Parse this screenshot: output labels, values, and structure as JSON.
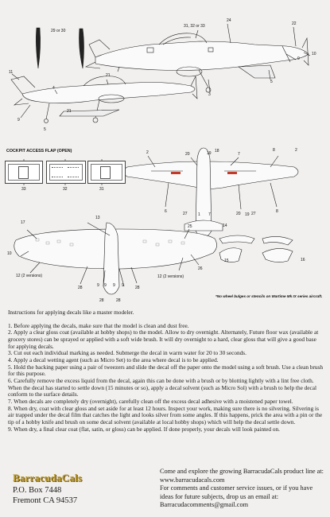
{
  "labels": {
    "wingtips": "29 or 30",
    "top_fuse": "31, 32 or 33",
    "n24": "24",
    "n22": "22",
    "n10": "10",
    "n9a": "9",
    "n5a": "5",
    "n3": "3",
    "n21a": "21",
    "n4": "4",
    "n11": "11",
    "n21b": "21",
    "n9b": "9",
    "n5b": "5",
    "n20a": "20",
    "n19a": "19",
    "n2a": "2",
    "n18": "18",
    "n7a": "7",
    "n8a": "8",
    "n2b": "2",
    "n6": "6",
    "n27a": "27",
    "n1": "1",
    "n7b": "7",
    "n20b": "20",
    "n19b": "19",
    "n27b": "27",
    "n8b": "8",
    "n14": "14",
    "n17": "17",
    "n15": "15",
    "n16": "16",
    "n13": "13",
    "n25": "25",
    "n10b": "10",
    "n26": "26",
    "n12a": "12 (2 versions)",
    "n12b": "12 (2 versions)",
    "n28a": "28",
    "n9c": "9",
    "n9d": "9",
    "n9e": "9",
    "n9f": "9",
    "n28b": "28",
    "n28c": "28",
    "n28d": "28",
    "n33": "33",
    "n32": "32",
    "n31": "31"
  },
  "cockpit_caption": "COCKPIT ACCESS FLAP (OPEN)",
  "footnote": "*No wheel bulges or stencils on Wartime Mk IX series aircraft.",
  "instructions": {
    "heading": "Instructions for applying decals like a master modeler.",
    "steps": [
      "1. Before applying the decals, make sure that the model is clean and dust free.",
      "2. Apply a clear gloss coat (available at hobby shops) to the model. Allow to dry overnight. Alternately, Future floor wax (available at grocery stores) can be sprayed or applied with a soft wide brush. It will dry overnight to a hard, clear gloss that will give a good base for  applying decals.",
      "3. Cut out each individual marking as needed. Submerge the decal in warm water for 20 to 30 seconds.",
      "4. Apply a decal wetting agent (such as Micro Set) to the area where decal is to be applied.",
      "5. Hold the backing paper using a pair of tweezers and slide the decal off the paper onto the model using a soft brush. Use a clean brush for this purpose.",
      "6. Carefully remove the excess liquid from the decal, again this can be done with a brush or by blotting lightly with a lint free cloth. When the decal has started to settle down (15 minutes or so), apply a decal solvent (such as Micro Sol) with a brush to help the decal conform to the surface details.",
      "7. When decals are completely dry (overnight), carefully clean off the excess decal adhesive with a moistened paper towel.",
      "8. When dry, coat with clear gloss and set aside for at least 12 hours. Inspect your work, making sure there is no silvering. Silvering is air trapped under the decal film that catches the light and looks silver from some angles. If this happens, prick the area with a pin or the tip of a hobby knife and brush on some decal solvent (available at local hobby shops) which will help the decal settle down.",
      "9. When dry, a final clear coat (flat, satin, or gloss) can be applied. If done properly, your decals will look painted on."
    ]
  },
  "brand": {
    "logo": "BarracudaCals",
    "address_line1": "P.O. Box 7448",
    "address_line2": "Fremont CA 94537"
  },
  "promo": [
    "Come and explore the growing BarracudaCals product line at:  www.barracudacals.com",
    "For comments and customer service issues, or if you have ideas for future subjects, drop us an email at: Barracudacomments@gmail.com"
  ],
  "colors": {
    "logo_gold": "#b39329",
    "line": "#222222",
    "decal_red": "#c23a2a"
  }
}
